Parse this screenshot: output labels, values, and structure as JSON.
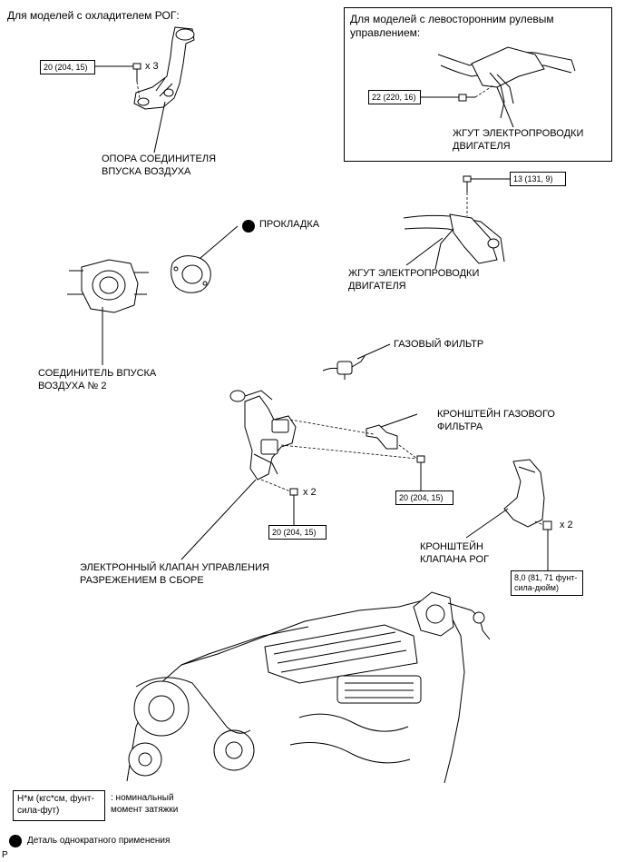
{
  "headers": {
    "egr_cooler_models": "Для моделей с охладителем РОГ:",
    "lhd_models": "Для моделей с левосторонним рулевым\nуправлением:"
  },
  "parts": {
    "intake_connector_stay": "ОПОРА СОЕДИНИТЕЛЯ\nВПУСКА ВОЗДУХА",
    "wire_harness_lhd": "ЖГУТ ЭЛЕКТРОПРОВОДКИ\nДВИГАТЕЛЯ",
    "gasket": "ПРОКЛАДКА",
    "wire_harness": "ЖГУТ ЭЛЕКТРОПРОВОДКИ\nДВИГАТЕЛЯ",
    "intake_connector_2": "СОЕДИНИТЕЛЬ ВПУСКА\nВОЗДУХА № 2",
    "gas_filter": "ГАЗОВЫЙ ФИЛЬТР",
    "gas_filter_bracket": "КРОНШТЕЙН ГАЗОВОГО\nФИЛЬТРА",
    "vacuum_valve_assembly": "ЭЛЕКТРОННЫЙ КЛАПАН УПРАВЛЕНИЯ\nРАЗРЕЖЕНИЕМ В СБОРЕ",
    "egr_valve_bracket": "КРОНШТЕЙН\nКЛАПАНА РОГ"
  },
  "torques": {
    "stay_bolt": "20 (204, 15)",
    "lhd_bolt": "22 (220, 16)",
    "harness_bolt": "13 (131, 9)",
    "bracket_bolt": "20 (204, 15)",
    "valve_bolt": "20 (204, 15)",
    "egr_bracket_nut": "8,0 (81, 71 фунт-\nсила-дюйм)"
  },
  "quantities": {
    "stay_bolts": "x 3",
    "valve_bolts": "x 2",
    "egr_nuts": "x 2"
  },
  "legend": {
    "torque_units": "Н*м (кгс*см, фунт-\nсила-фут)",
    "torque_desc": ": номинальный\nмомент затяжки",
    "non_reusable": "Деталь однократного применения"
  },
  "footer": {
    "code": "P"
  }
}
